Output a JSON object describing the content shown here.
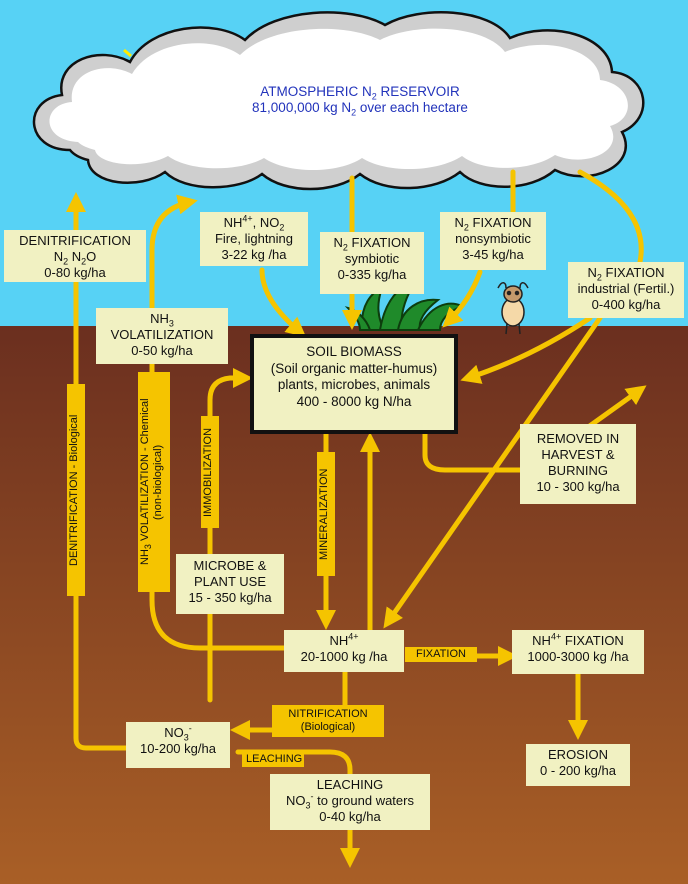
{
  "colors": {
    "sky": "#57d2f5",
    "soil_top": "#6b2f1f",
    "soil_bottom": "#a95f26",
    "arrow": "#f5c400",
    "box_fill": "#f1f1c2",
    "atm_text": "#2233bb"
  },
  "atmosphere": {
    "line1_pre": "ATMOSPHERIC N",
    "line1_sub": "2",
    "line1_post": " RESERVOIR",
    "line2_pre": "81,000,000 kg N",
    "line2_sub": "2",
    "line2_post": " over each hectare"
  },
  "boxes": {
    "denitrification": {
      "title": "DENITRIFICATION",
      "n": "N",
      "n_sub": "2",
      "n2o_pre": " N",
      "n2o_sub": "2",
      "n2o_post": "O",
      "amount": "0-80 kg/ha"
    },
    "fire": {
      "nh": "NH",
      "nh_sup": "4+",
      "no": ", NO",
      "no_sub": "2",
      "line2": "Fire, lightning",
      "amount": "3-22 kg /ha"
    },
    "symbiotic": {
      "n": "N",
      "n_sub": "2",
      "title": " FIXATION",
      "line2": "symbiotic",
      "amount": "0-335 kg/ha"
    },
    "nonsymbiotic": {
      "n": "N",
      "n_sub": "2",
      "title": " FIXATION",
      "line2": "nonsymbiotic",
      "amount": "3-45 kg/ha"
    },
    "industrial": {
      "n": "N",
      "n_sub": "2",
      "title": " FIXATION",
      "line2": "industrial (Fertil.)",
      "amount": "0-400 kg/ha"
    },
    "volatilization": {
      "nh": "NH",
      "nh_sub": "3",
      "title": "VOLATILIZATION",
      "amount": "0-50 kg/ha"
    },
    "soil_biomass": {
      "title": "SOIL BIOMASS",
      "line2": "(Soil organic matter-humus)",
      "line3": "plants, microbes, animals",
      "amount": "400 - 8000 kg N/ha"
    },
    "removed": {
      "line1": "REMOVED IN",
      "line2": "HARVEST &",
      "line3": "BURNING",
      "amount": "10 - 300 kg/ha"
    },
    "microbe": {
      "line1": "MICROBE &",
      "line2": "PLANT USE",
      "amount": "15 - 350 kg/ha"
    },
    "nh4": {
      "nh": "NH",
      "nh_sup": "4+",
      "amount": "20-1000 kg /ha"
    },
    "nh4_fixation": {
      "nh": "NH",
      "nh_sup": "4+",
      "title": " FIXATION",
      "amount": "1000-3000 kg /ha"
    },
    "no3": {
      "no": "NO",
      "no_sub": "3",
      "no_sup": "-",
      "amount": "10-200 kg/ha"
    },
    "erosion": {
      "title": "EROSION",
      "amount": "0 - 200 kg/ha"
    },
    "leaching": {
      "title": "LEACHING",
      "no": "NO",
      "no_sub": "3",
      "no_sup": "-",
      "line2_post": "  to ground waters",
      "amount": "0-40 kg/ha"
    }
  },
  "tags": {
    "fixation": "FIXATION",
    "nitrification_1": "NITRIFICATION",
    "nitrification_2": "(Biological)",
    "leaching": "LEACHING",
    "mineralization": "MINERALIZATION",
    "immobilization": "IMMOBILIZATION",
    "denitrification_bio": "DENITRIFICATION - Biological",
    "nh3_vol_pre": "NH",
    "nh3_vol_sub": "3",
    "nh3_vol_post": " VOLATILIZATION - Chemical",
    "nh3_vol_line2": "(non-biological)"
  }
}
